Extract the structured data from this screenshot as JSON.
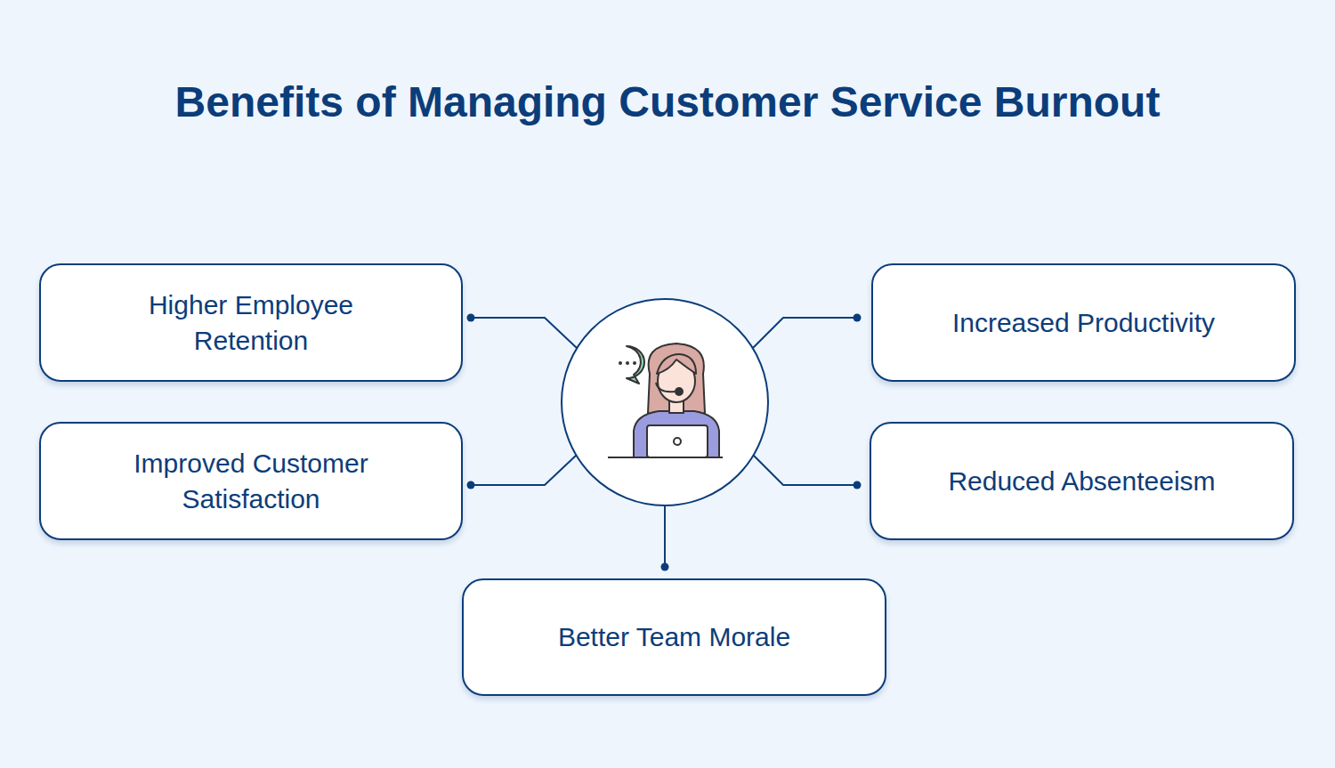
{
  "diagram": {
    "title": "Benefits of Managing Customer Service Burnout",
    "nodes": [
      {
        "text": [
          "Higher Employee Retention"
        ]
      },
      {
        "text": [
          "Increased Productivity"
        ]
      },
      {
        "text": [
          "Improved Customer Satisfaction"
        ]
      },
      {
        "text": [
          "Reduced Absenteeism"
        ]
      },
      {
        "text": [
          "Better Team Morale"
        ]
      }
    ]
  }
}
